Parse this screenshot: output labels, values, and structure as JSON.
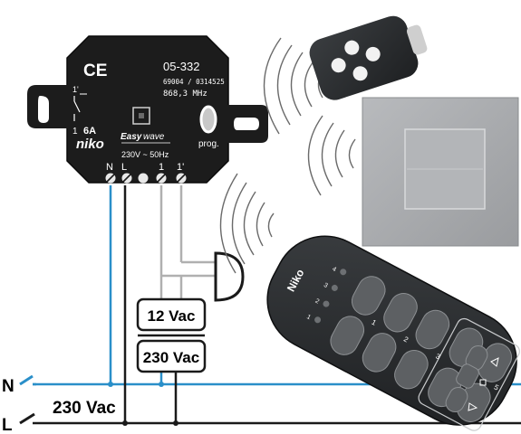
{
  "module": {
    "ce_mark": "CE",
    "model": "05-332",
    "code_line": "69004 / 0314525",
    "frequency": "868,3 MHz",
    "contact_top": "1'",
    "contact_bottom": "1",
    "rating": "6A",
    "brand": "niko",
    "product_prefix": "Easy",
    "product_suffix": "wave",
    "supply": "230V ~ 50Hz",
    "prog_label": "prog.",
    "terminals": [
      "N",
      "L",
      "",
      "1",
      "1'"
    ]
  },
  "transformer": {
    "secondary": "12 Vac",
    "primary": "230 Vac"
  },
  "mains": {
    "neutral": "N",
    "live": "L",
    "voltage": "230 Vac"
  },
  "remote": {
    "brand": "Niko",
    "channels": [
      "1",
      "2",
      "3",
      "4",
      "5"
    ],
    "leds": [
      "1",
      "2",
      "3",
      "4"
    ]
  },
  "colors": {
    "neutral_wire": "#2a8fc9",
    "live_wire": "#1a1a1a",
    "control_wire": "#b0b0b0",
    "device_body": "#1c1c1c",
    "switch_plate": "#a9abae"
  }
}
